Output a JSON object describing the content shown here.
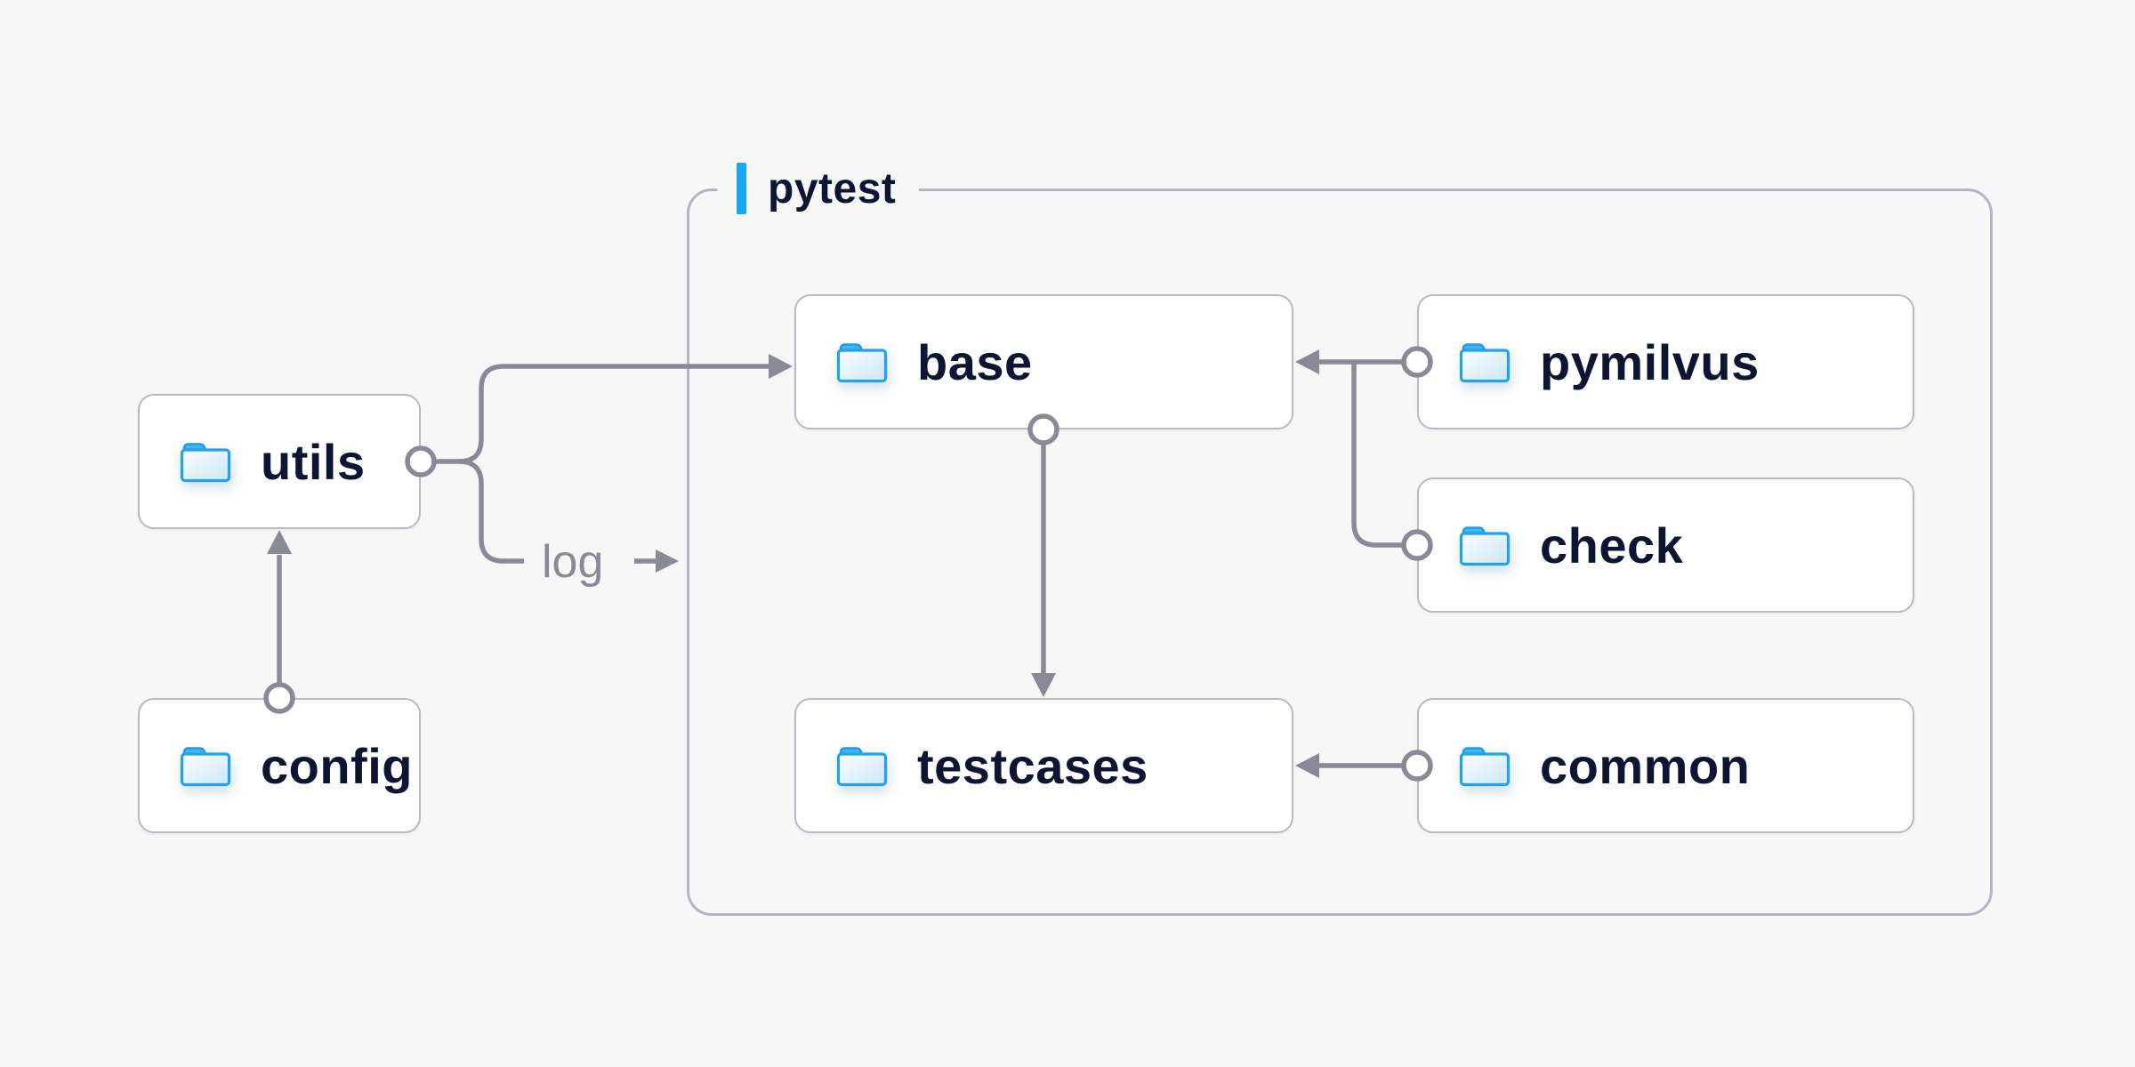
{
  "diagram": {
    "group": {
      "label": "pytest"
    },
    "nodes": {
      "utils": {
        "label": "utils",
        "icon": "folder-icon"
      },
      "config": {
        "label": "config",
        "icon": "folder-icon"
      },
      "base": {
        "label": "base",
        "icon": "folder-icon"
      },
      "pymilvus": {
        "label": "pymilvus",
        "icon": "folder-icon"
      },
      "check": {
        "label": "check",
        "icon": "folder-icon"
      },
      "testcases": {
        "label": "testcases",
        "icon": "folder-icon"
      },
      "common": {
        "label": "common",
        "icon": "folder-icon"
      }
    },
    "edges": [
      {
        "from": "config",
        "to": "utils",
        "style": "arrow"
      },
      {
        "from": "utils",
        "to": "base",
        "style": "arrow"
      },
      {
        "from": "utils",
        "to": "log",
        "label": "log",
        "style": "labeled-arrow"
      },
      {
        "from": "pymilvus",
        "to": "base",
        "style": "arrow"
      },
      {
        "from": "check",
        "to": "base",
        "style": "arrow"
      },
      {
        "from": "base",
        "to": "testcases",
        "style": "arrow"
      },
      {
        "from": "common",
        "to": "testcases",
        "style": "arrow"
      }
    ],
    "colors": {
      "background": "#F7F7F8",
      "node_fill": "#FFFFFF",
      "node_border": "#B7BAC3",
      "group_border": "#B3B5C0",
      "connector": "#8A8A96",
      "label_text": "#0D1532",
      "accent_blue": "#1AA7F1",
      "folder_blue": "#21A3EC"
    }
  }
}
